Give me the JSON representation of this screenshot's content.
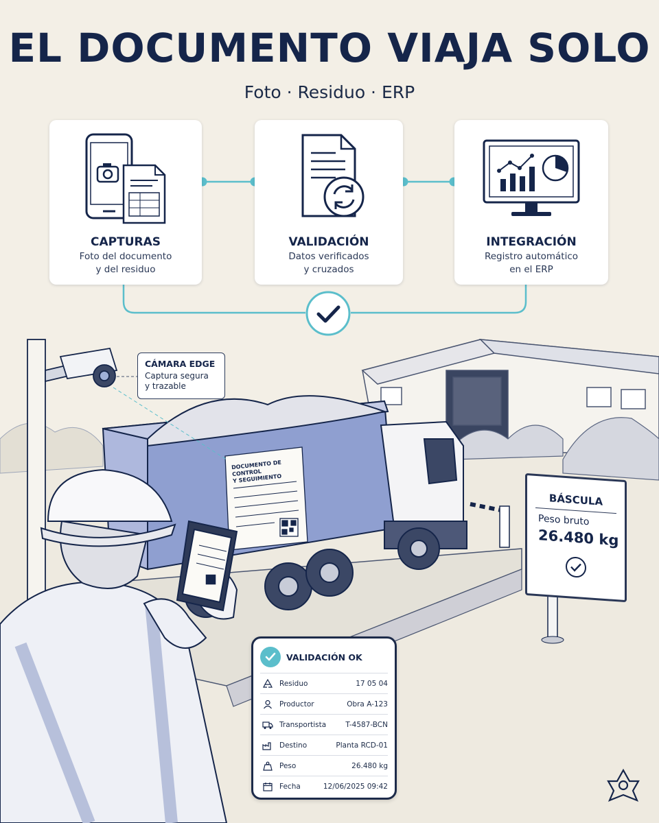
{
  "header": {
    "title": "EL DOCUMENTO VIAJA SOLO",
    "subtitle": "Foto · Residuo · ERP"
  },
  "steps": [
    {
      "title": "CAPTURAS",
      "desc_line1": "Foto del documento",
      "desc_line2": "y del residuo",
      "icon": "phone-camera-document-icon"
    },
    {
      "title": "VALIDACIÓN",
      "desc_line1": "Datos verificados",
      "desc_line2": "y cruzados",
      "icon": "document-sync-icon"
    },
    {
      "title": "INTEGRACIÓN",
      "desc_line1": "Registro automático",
      "desc_line2": "en el ERP",
      "icon": "monitor-chart-icon"
    }
  ],
  "camera_tag": {
    "title": "CÁMARA EDGE",
    "line1": "Captura segura",
    "line2": "y trazable"
  },
  "truck_document": {
    "title_line1": "DOCUMENTO DE CONTROL",
    "title_line2": "Y SEGUIMIENTO"
  },
  "scale_sign": {
    "title": "BÁSCULA",
    "label": "Peso bruto",
    "value": "26.480 kg"
  },
  "validation": {
    "status": "VALIDACIÓN OK",
    "rows": [
      {
        "label": "Residuo",
        "value": "17 05 04",
        "icon": "recycle-icon"
      },
      {
        "label": "Productor",
        "value": "Obra A-123",
        "icon": "user-icon"
      },
      {
        "label": "Transportista",
        "value": "T-4587-BCN",
        "icon": "truck-icon"
      },
      {
        "label": "Destino",
        "value": "Planta RCD-01",
        "icon": "factory-icon"
      },
      {
        "label": "Peso",
        "value": "26.480 kg",
        "icon": "weight-icon"
      },
      {
        "label": "Fecha",
        "value": "12/06/2025 09:42",
        "icon": "calendar-icon"
      }
    ]
  },
  "colors": {
    "navy": "#15254a",
    "teal": "#5bbecb",
    "background": "#f3efe6",
    "truck_blue": "#8f9fd0"
  }
}
